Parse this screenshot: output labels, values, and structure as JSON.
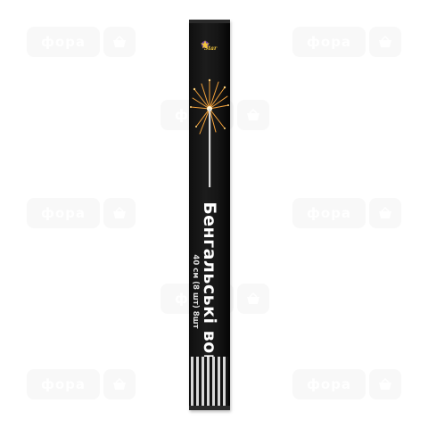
{
  "watermark": {
    "brand": "фора"
  },
  "product": {
    "logo_text": "Star",
    "title": "Бенгальські вогні",
    "subtitle": "40 см (8 шт) 8шт"
  },
  "colors": {
    "package": "#141414",
    "spark": "#f4a23a",
    "logo": "#f2c53d",
    "stripes": "#d8d8d8"
  }
}
